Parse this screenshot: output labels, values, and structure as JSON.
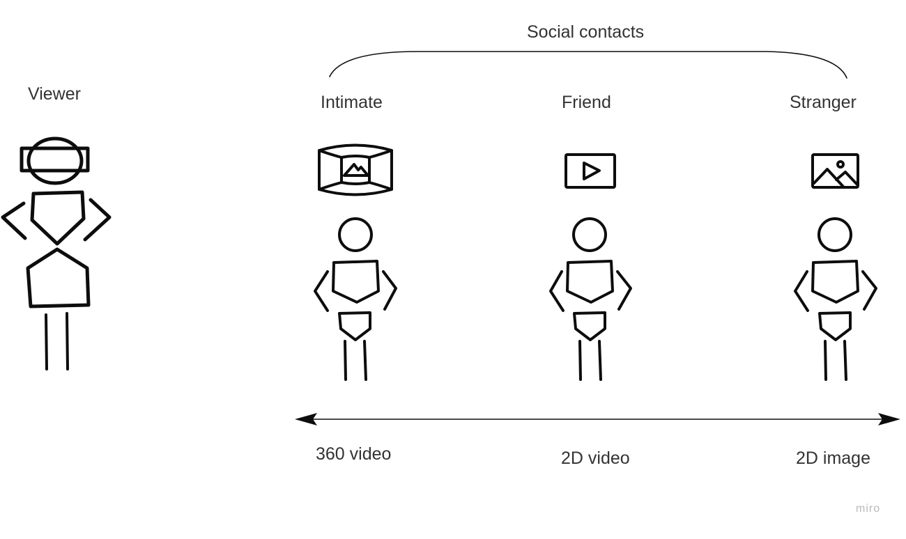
{
  "group_label": "Social contacts",
  "viewer": {
    "label": "Viewer"
  },
  "contacts": [
    {
      "label": "Intimate",
      "media": "360 video",
      "icon": "panorama-icon"
    },
    {
      "label": "Friend",
      "media": "2D video",
      "icon": "video-play-icon"
    },
    {
      "label": "Stranger",
      "media": "2D image",
      "icon": "image-icon"
    }
  ],
  "watermark": "miro",
  "colors": {
    "ink": "#0d0d0d",
    "text": "#333333",
    "watermark": "#b8b8b8",
    "background": "#ffffff"
  }
}
